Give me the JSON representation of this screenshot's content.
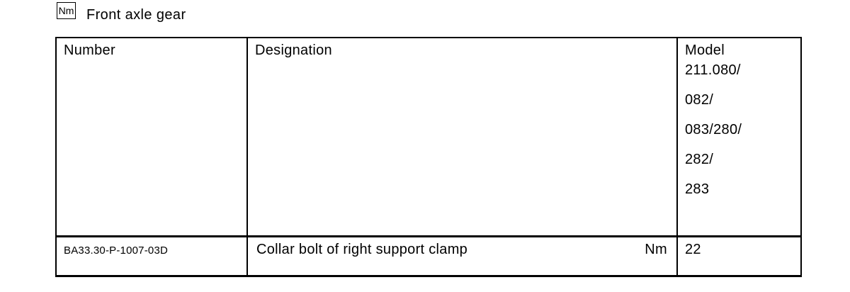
{
  "header": {
    "unit_badge": "Nm",
    "title": "Front axle gear"
  },
  "table": {
    "header": {
      "number_label": "Number",
      "designation_label": "Designation",
      "model_lines": [
        "Model",
        "211.080/",
        "082/",
        "083/280/",
        "282/",
        "283"
      ]
    },
    "row": {
      "number": "BA33.30-P-1007-03D",
      "designation": "Collar bolt of right support clamp",
      "unit": "Nm",
      "value": "22"
    }
  },
  "colors": {
    "text": "#000000",
    "background": "#ffffff",
    "border": "#000000"
  }
}
